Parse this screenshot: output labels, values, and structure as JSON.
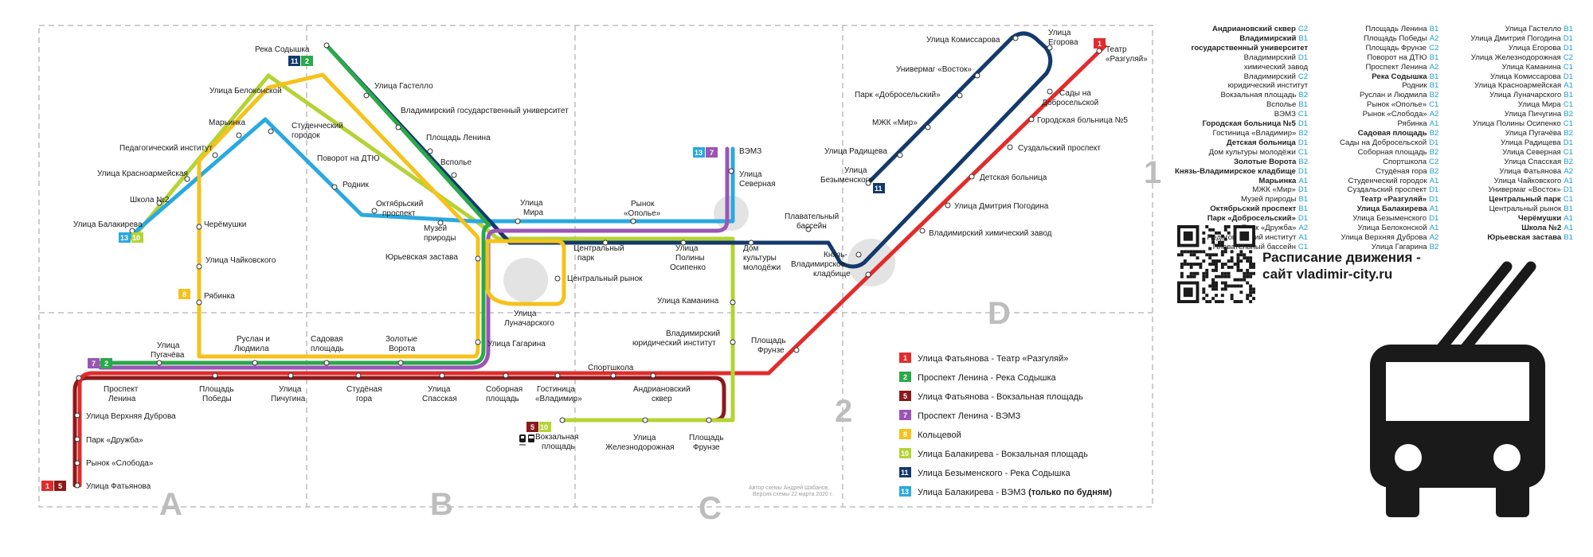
{
  "zones": [
    "A",
    "B",
    "C",
    "D",
    "1",
    "2"
  ],
  "credit": [
    "Автор схемы Андрей Шабанов.",
    "Версия схемы 22 марта 2020 г."
  ],
  "stops": {
    "reka_sodyshka": "Река Содышка",
    "gastello": "Улица Гастелло",
    "belokonskoy": "Улица Белоконской",
    "vlgu": "Владимирский государственный университет",
    "maryinka": "Марьинка",
    "student_gorodok": "Студенческий городок",
    "pl_lenina": "Площадь Ленина",
    "ped_institut": "Педагогический институт",
    "povorot_dtyu": "Поворот на ДТЮ",
    "vsp": "Всполье",
    "krasnoarm": "Улица Красноармейская",
    "rodnik": "Родник",
    "shkola2": "Школа №2",
    "oktyabr": "Октябрьский проспект",
    "balakireva": "Улица Балакирева",
    "cheryomushki": "Черёмушки",
    "muzei": "Музей природы",
    "ul_mira": "Улица Мира",
    "rynok_opole": "Рынок «Ополье»",
    "vemz": "ВЭМЗ",
    "severnaya": "Улица Северная",
    "plav_bassein": "Плавательный бассейн",
    "tchaikovsk": "Улица Чайковского",
    "yurev": "Юрьевская застава",
    "centr_park": "Центральный парк",
    "osipenko": "Улица Полины Осипенко",
    "dom_kult": "Дом культуры молодёжи",
    "knyaz": "Князь-Владимирское кладбище",
    "centr_rynok": "Центральный рынок",
    "ryabinka": "Рябинка",
    "kamanina": "Улица Каманина",
    "lunachar": "Улица Луначарского",
    "gagarina": "Улица Гагарина",
    "vyi": "Владимирский юридический институт",
    "pl_frunze": "Площадь Фрунзе",
    "pugachyova": "Улица Пугачёва",
    "ruslan": "Руслан и Людмила",
    "sadovaya": "Садовая площадь",
    "zolotye": "Золотые Ворота",
    "sportshkola": "Спортшкола",
    "pr_lenina": "Проспект Ленина",
    "pl_pobedy": "Площадь Победы",
    "pichugina": "Улица Пичугина",
    "stud_gora": "Студёная гора",
    "spasskaya": "Улица Спасская",
    "sobornaya": "Соборная площадь",
    "gost_vlad": "Гостиница «Владимир»",
    "andr_skver": "Андриановский сквер",
    "v_dubrova": "Улица Верхняя Дуброва",
    "park_druzhba": "Парк «Дружба»",
    "rynok_sloboda": "Рынок «Слобода»",
    "fatyanova": "Улица Фатьянова",
    "vokzal": "Вокзальная площадь",
    "zheleznodor": "Улица Железнодорожная",
    "pl_frunze2": "Площадь Фрунзе",
    "komissarova": "Улица Комиссарова",
    "egorova": "Улица Егорова",
    "teatr": "Театр «Разгуляй»",
    "univermag": "Универмаг «Восток»",
    "sady": "Сады на Добросельской",
    "park_dobr": "Парк «Добросельский»",
    "mzhk": "МЖК «Мир»",
    "gor_boln5": "Городская больница №5",
    "radishcheva": "Улица Радищева",
    "suzdal_pr": "Суздальский проспект",
    "bezymenskogo": "Улица Безыменского",
    "det_boln": "Детская больница",
    "pogodina": "Улица Дмитрия Погодина",
    "khim_zavod": "Владимирский химический завод"
  },
  "legend": [
    {
      "num": "1",
      "color": "#e32b2b",
      "label": "Улица Фатьянова - Театр «Разгуляй»",
      "extra": ""
    },
    {
      "num": "2",
      "color": "#2aa84a",
      "label": "Проспект Ленина - Река Содышка",
      "extra": ""
    },
    {
      "num": "5",
      "color": "#8b1a1a",
      "label": "Улица Фатьянова - Вокзальная площадь",
      "extra": ""
    },
    {
      "num": "7",
      "color": "#9b55b5",
      "label": "Проспект Ленина - ВЭМЗ",
      "extra": ""
    },
    {
      "num": "8",
      "color": "#f5c21b",
      "label": "Кольцевой",
      "extra": ""
    },
    {
      "num": "10",
      "color": "#b4d334",
      "label": "Улица Балакирева - Вокзальная площадь",
      "extra": ""
    },
    {
      "num": "11",
      "color": "#123a6b",
      "label": "Улица Безыменского - Река Содышка",
      "extra": ""
    },
    {
      "num": "13",
      "color": "#29a9df",
      "label": "Улица Балакирева - ВЭМЗ",
      "extra": "(только по будням)"
    }
  ],
  "index": [
    [
      {
        "name": "Андриановский сквер",
        "cell": "C2",
        "bold": true
      },
      {
        "name": "Владимирский",
        "cell": "B1",
        "bold": true
      },
      {
        "name": "государственный университет",
        "cell": "",
        "bold": true
      },
      {
        "name": "Владимирский",
        "cell": "D1",
        "bold": false
      },
      {
        "name": "химический завод",
        "cell": "",
        "bold": false
      },
      {
        "name": "Владимирский",
        "cell": "C2",
        "bold": false
      },
      {
        "name": "юридический институт",
        "cell": "",
        "bold": false
      },
      {
        "name": "Вокзальная площадь",
        "cell": "B2",
        "bold": false
      },
      {
        "name": "Всполье",
        "cell": "B1",
        "bold": false
      },
      {
        "name": "ВЭМЗ",
        "cell": "C1",
        "bold": false
      },
      {
        "name": "Городская больница №5",
        "cell": "D1",
        "bold": true
      },
      {
        "name": "Гостиница «Владимир»",
        "cell": "B2",
        "bold": false
      },
      {
        "name": "Детская больница",
        "cell": "D1",
        "bold": true
      },
      {
        "name": "Дом культуры молодёжи",
        "cell": "C1",
        "bold": false
      },
      {
        "name": "Золотые Ворота",
        "cell": "B2",
        "bold": true
      },
      {
        "name": "Князь-Владимирское кладбище",
        "cell": "D1",
        "bold": true
      },
      {
        "name": "Марьинка",
        "cell": "A1",
        "bold": true
      },
      {
        "name": "МЖК «Мир»",
        "cell": "D1",
        "bold": false
      },
      {
        "name": "Музей природы",
        "cell": "B1",
        "bold": false
      },
      {
        "name": "Октябрьский проспект",
        "cell": "B1",
        "bold": true
      },
      {
        "name": "Парк «Добросельский»",
        "cell": "D1",
        "bold": true
      },
      {
        "name": "Парк «Дружба»",
        "cell": "A2",
        "bold": false
      },
      {
        "name": "Педагогический институт",
        "cell": "A1",
        "bold": false
      },
      {
        "name": "Плавательный бассейн",
        "cell": "C1",
        "bold": false
      }
    ],
    [
      {
        "name": "Площадь Ленина",
        "cell": "B1",
        "bold": false
      },
      {
        "name": "Площадь Победы",
        "cell": "A2",
        "bold": false
      },
      {
        "name": "Площадь Фрунзе",
        "cell": "C2",
        "bold": false
      },
      {
        "name": "Поворот на ДТЮ",
        "cell": "B1",
        "bold": false
      },
      {
        "name": "Проспект Ленина",
        "cell": "A2",
        "bold": false
      },
      {
        "name": "Река Содышка",
        "cell": "B1",
        "bold": true
      },
      {
        "name": "Родник",
        "cell": "B1",
        "bold": false
      },
      {
        "name": "Руслан и Людмила",
        "cell": "B2",
        "bold": false
      },
      {
        "name": "Рынок «Ополье»",
        "cell": "C1",
        "bold": false
      },
      {
        "name": "Рынок «Слобода»",
        "cell": "A2",
        "bold": false
      },
      {
        "name": "Рябинка",
        "cell": "A1",
        "bold": false
      },
      {
        "name": "Садовая площадь",
        "cell": "B2",
        "bold": true
      },
      {
        "name": "Сады на Добросельской",
        "cell": "D1",
        "bold": false
      },
      {
        "name": "Соборная площадь",
        "cell": "B2",
        "bold": false
      },
      {
        "name": "Спортшкола",
        "cell": "C2",
        "bold": false
      },
      {
        "name": "Студёная гора",
        "cell": "B2",
        "bold": false
      },
      {
        "name": "Студенческий городок",
        "cell": "A1",
        "bold": false
      },
      {
        "name": "Суздальский проспект",
        "cell": "D1",
        "bold": false
      },
      {
        "name": "Театр «Разгуляй»",
        "cell": "D1",
        "bold": true
      },
      {
        "name": "Улица Балакирева",
        "cell": "A1",
        "bold": true
      },
      {
        "name": "Улица Безыменского",
        "cell": "D1",
        "bold": false
      },
      {
        "name": "Улица Белоконской",
        "cell": "A1",
        "bold": false
      },
      {
        "name": "Улица Верхняя Дуброва",
        "cell": "A2",
        "bold": false
      },
      {
        "name": "Улица Гагарина",
        "cell": "B2",
        "bold": false
      }
    ],
    [
      {
        "name": "Улица Гастелло",
        "cell": "B1",
        "bold": false
      },
      {
        "name": "Улица Дмитрия Погодина",
        "cell": "D1",
        "bold": false
      },
      {
        "name": "Улица Егорова",
        "cell": "D1",
        "bold": false
      },
      {
        "name": "Улица Железнодорожная",
        "cell": "C2",
        "bold": false
      },
      {
        "name": "Улица Каманина",
        "cell": "C1",
        "bold": false
      },
      {
        "name": "Улица Комиссарова",
        "cell": "D1",
        "bold": false
      },
      {
        "name": "Улица Красноармейская",
        "cell": "A1",
        "bold": false
      },
      {
        "name": "Улица Луначарского",
        "cell": "B1",
        "bold": false
      },
      {
        "name": "Улица Мира",
        "cell": "C1",
        "bold": false
      },
      {
        "name": "Улица Пичугина",
        "cell": "B2",
        "bold": false
      },
      {
        "name": "Улица Полины Осипенко",
        "cell": "C1",
        "bold": false
      },
      {
        "name": "Улица Пугачёва",
        "cell": "B2",
        "bold": false
      },
      {
        "name": "Улица Радищева",
        "cell": "D1",
        "bold": false
      },
      {
        "name": "Улица Северная",
        "cell": "C1",
        "bold": false
      },
      {
        "name": "Улица Спасская",
        "cell": "B2",
        "bold": false
      },
      {
        "name": "Улица Фатьянова",
        "cell": "A2",
        "bold": false
      },
      {
        "name": "Улица Чайковского",
        "cell": "A1",
        "bold": false
      },
      {
        "name": "Универмаг «Восток»",
        "cell": "D1",
        "bold": false
      },
      {
        "name": "Центральный парк",
        "cell": "C1",
        "bold": true
      },
      {
        "name": "Центральный рынок",
        "cell": "B1",
        "bold": false
      },
      {
        "name": "Черёмушки",
        "cell": "A1",
        "bold": true
      },
      {
        "name": "Школа №2",
        "cell": "A1",
        "bold": true
      },
      {
        "name": "Юрьевская застава",
        "cell": "B1",
        "bold": true
      }
    ]
  ],
  "schedule": [
    "Расписание движения -",
    "сайт vladimir-city.ru"
  ],
  "icons": {
    "vehicle": "trolleybus-icon",
    "qr": "qr-code-icon",
    "train": "train-icon",
    "bus": "bus-icon"
  }
}
